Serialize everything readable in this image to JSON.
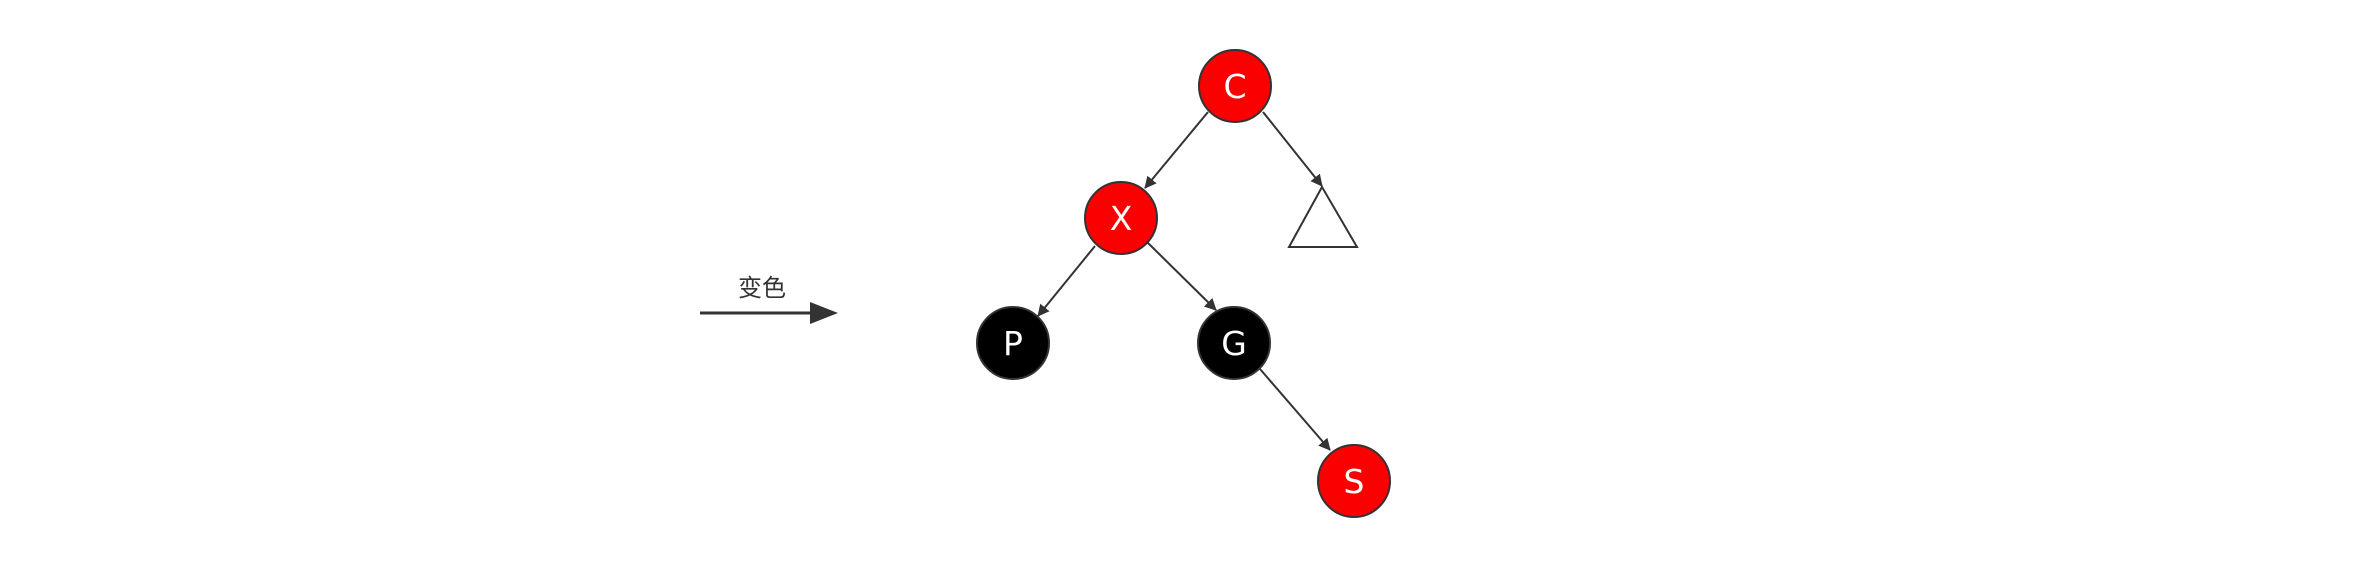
{
  "transition": {
    "caption": "变色"
  },
  "nodes": {
    "c": {
      "label": "C",
      "color": "red"
    },
    "x": {
      "label": "X",
      "color": "red"
    },
    "p": {
      "label": "P",
      "color": "black"
    },
    "g": {
      "label": "G",
      "color": "black"
    },
    "s": {
      "label": "S",
      "color": "red"
    }
  },
  "edges": [
    {
      "from": "c",
      "to": "x"
    },
    {
      "from": "c",
      "to": "subtree"
    },
    {
      "from": "x",
      "to": "p"
    },
    {
      "from": "x",
      "to": "g"
    },
    {
      "from": "g",
      "to": "s"
    }
  ],
  "colors": {
    "red": "#fb0000",
    "black": "#000000",
    "line": "#333333"
  }
}
